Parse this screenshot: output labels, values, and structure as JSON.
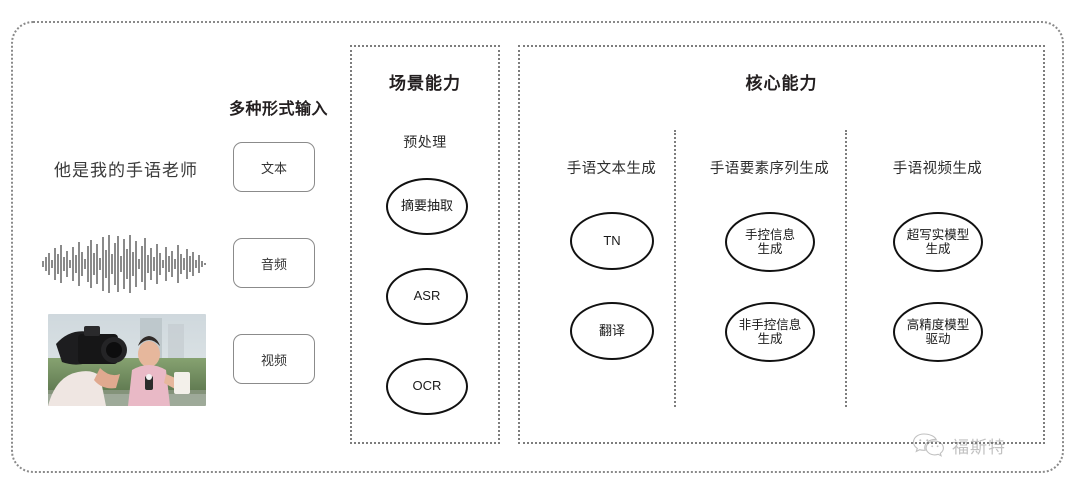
{
  "input": {
    "title": "多种形式输入",
    "rows": [
      {
        "sample_text": "他是我的手语老师",
        "sample_kind": "text",
        "button": "文本"
      },
      {
        "sample_text": "",
        "sample_kind": "waveform",
        "button": "音频"
      },
      {
        "sample_text": "",
        "sample_kind": "video",
        "button": "视频"
      }
    ]
  },
  "scene": {
    "title": "场景能力",
    "subtitle": "预处理",
    "nodes": [
      "摘要抽取",
      "ASR",
      "OCR"
    ]
  },
  "core": {
    "title": "核心能力",
    "columns": [
      {
        "head": "手语文本生成",
        "nodes": [
          "TN",
          "翻译"
        ]
      },
      {
        "head": "手语要素序列生成",
        "nodes": [
          "手控信息\n生成",
          "非手控信息\n生成"
        ]
      },
      {
        "head": "手语视频生成",
        "nodes": [
          "超写实模型\n生成",
          "高精度模型\n驱动"
        ]
      }
    ]
  },
  "watermark": {
    "icon": "wechat-icon",
    "text": "福斯特"
  },
  "colors": {
    "frame": "#7d7d7d",
    "node_stroke": "#111111",
    "text": "#231f20",
    "button_border": "#8b8b8b"
  }
}
